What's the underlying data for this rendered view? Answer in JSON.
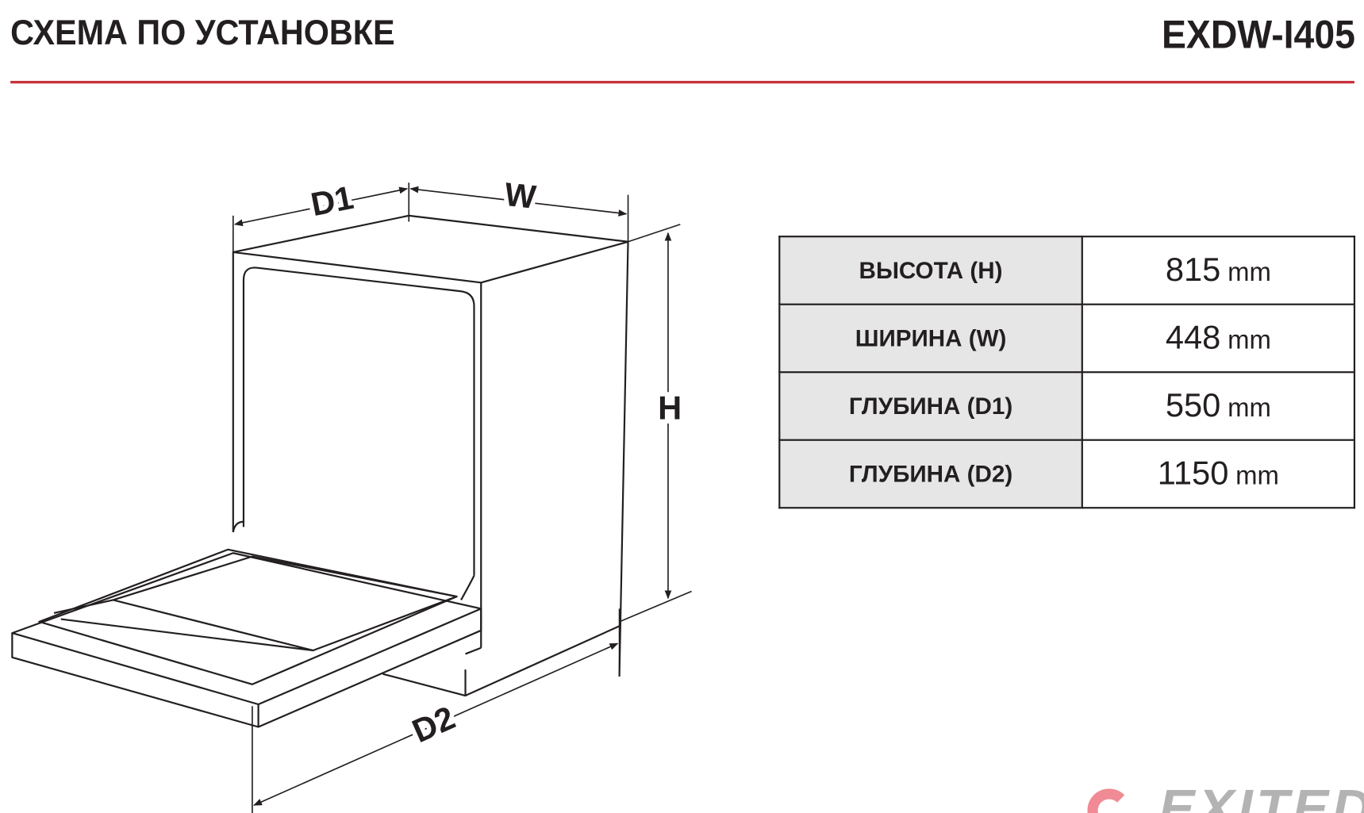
{
  "header": {
    "title": "СХЕМА ПО УСТАНОВКЕ",
    "model": "EXDW-I405"
  },
  "diagram": {
    "labels": {
      "d1": "D1",
      "w": "W",
      "h": "H",
      "d2": "D2"
    }
  },
  "specs": [
    {
      "label": "ВЫСОТА (H)",
      "value": "815",
      "unit": "mm"
    },
    {
      "label": "ШИРИНА (W)",
      "value": "448",
      "unit": "mm"
    },
    {
      "label": "ГЛУБИНА (D1)",
      "value": "550",
      "unit": "mm"
    },
    {
      "label": "ГЛУБИНА (D2)",
      "value": "1150",
      "unit": "mm"
    }
  ],
  "logo": {
    "text": "EXITED"
  },
  "colors": {
    "accent": "#c8323c",
    "text": "#231f20",
    "label_bg": "#e6e6e6"
  }
}
